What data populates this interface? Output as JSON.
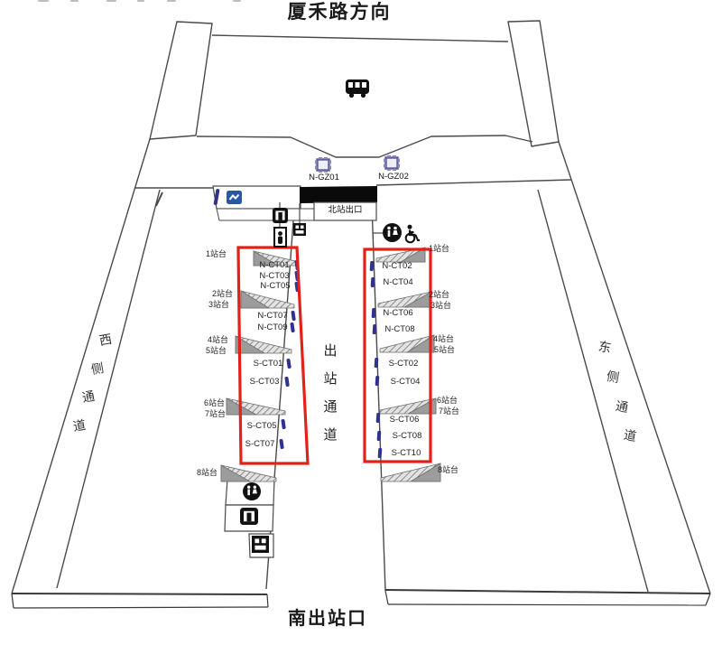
{
  "titles": {
    "top": "厦禾路方向",
    "bottom": "南出站口",
    "north_exit": "北站出口"
  },
  "corridors": {
    "west_chars": [
      "西",
      "侧",
      "通",
      "道"
    ],
    "east_chars": [
      "东",
      "侧",
      "通",
      "道"
    ],
    "center_chars": [
      "出",
      "站",
      "通",
      "道"
    ]
  },
  "gz_markers": [
    "N-GZ01",
    "N-GZ02"
  ],
  "left": {
    "platforms": [
      "1站台",
      "2站台",
      "3站台",
      "4站台",
      "5站台",
      "6站台",
      "7站台",
      "8站台"
    ],
    "ct": [
      "N-CT01",
      "N-CT03",
      "N-CT05",
      "N-CT07",
      "N-CT09",
      "S-CT01",
      "S-CT03",
      "S-CT05",
      "S-CT07"
    ]
  },
  "right": {
    "platforms": [
      "1站台",
      "2站台",
      "3站台",
      "4站台",
      "5站台",
      "6站台",
      "7站台",
      "8站台"
    ],
    "ct": [
      "N-CT02",
      "N-CT04",
      "N-CT06",
      "N-CT08",
      "S-CT02",
      "S-CT04",
      "S-CT06",
      "S-CT08",
      "S-CT10"
    ]
  },
  "icons": [
    "bus-icon",
    "info-sign-icon",
    "elevator-icon",
    "doorway-person-icon",
    "window-grid-icon",
    "restroom-icon",
    "wheelchair-access-icon",
    "gate-marker-icon"
  ],
  "colors": {
    "annotation_red": "#e32119",
    "gate_navy": "#31318f",
    "marker_purple": "#6262a0",
    "sign_blue": "#2a56a8",
    "ink": "#1a1a1a"
  }
}
